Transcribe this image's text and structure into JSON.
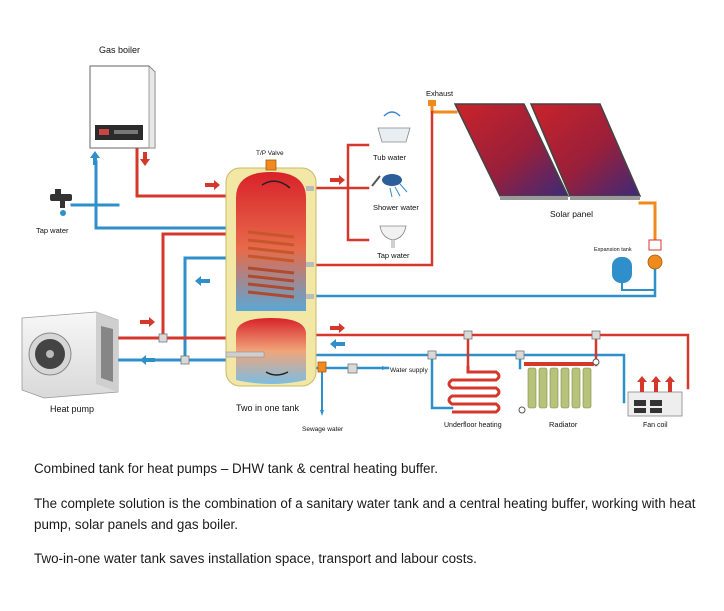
{
  "diagram": {
    "labels": {
      "gas_boiler": "Gas boiler",
      "tap_water_left": "Tap water",
      "tp_valve": "T/P Valve",
      "exhaust": "Exhaust",
      "solar_panel": "Solar panel",
      "tub_water": "Tub water",
      "shower_water": "Shower water",
      "tap_water_right": "Tap water",
      "expansion_tank": "Expansion tank",
      "heat_pump": "Heat pump",
      "two_in_one_tank": "Two in one tank",
      "water_supply": "Water supply",
      "sewage_water": "Sewage water",
      "underfloor_heating": "Underfloor heating",
      "radiator": "Radiator",
      "fan_coil": "Fan coil"
    },
    "colors": {
      "hot": "#d6372b",
      "cold": "#2e8fcb",
      "solar": "#f08a1c",
      "tank_shell": "#f2e7a4"
    }
  },
  "text": {
    "p1": "Combined tank for heat pumps – DHW tank & central heating buffer.",
    "p2": "The complete solution is the combination of a sanitary water tank and a central heating buffer, working with heat pump, solar panels and gas boiler.",
    "p3": "Two-in-one water tank saves installation space, transport and labour costs."
  }
}
